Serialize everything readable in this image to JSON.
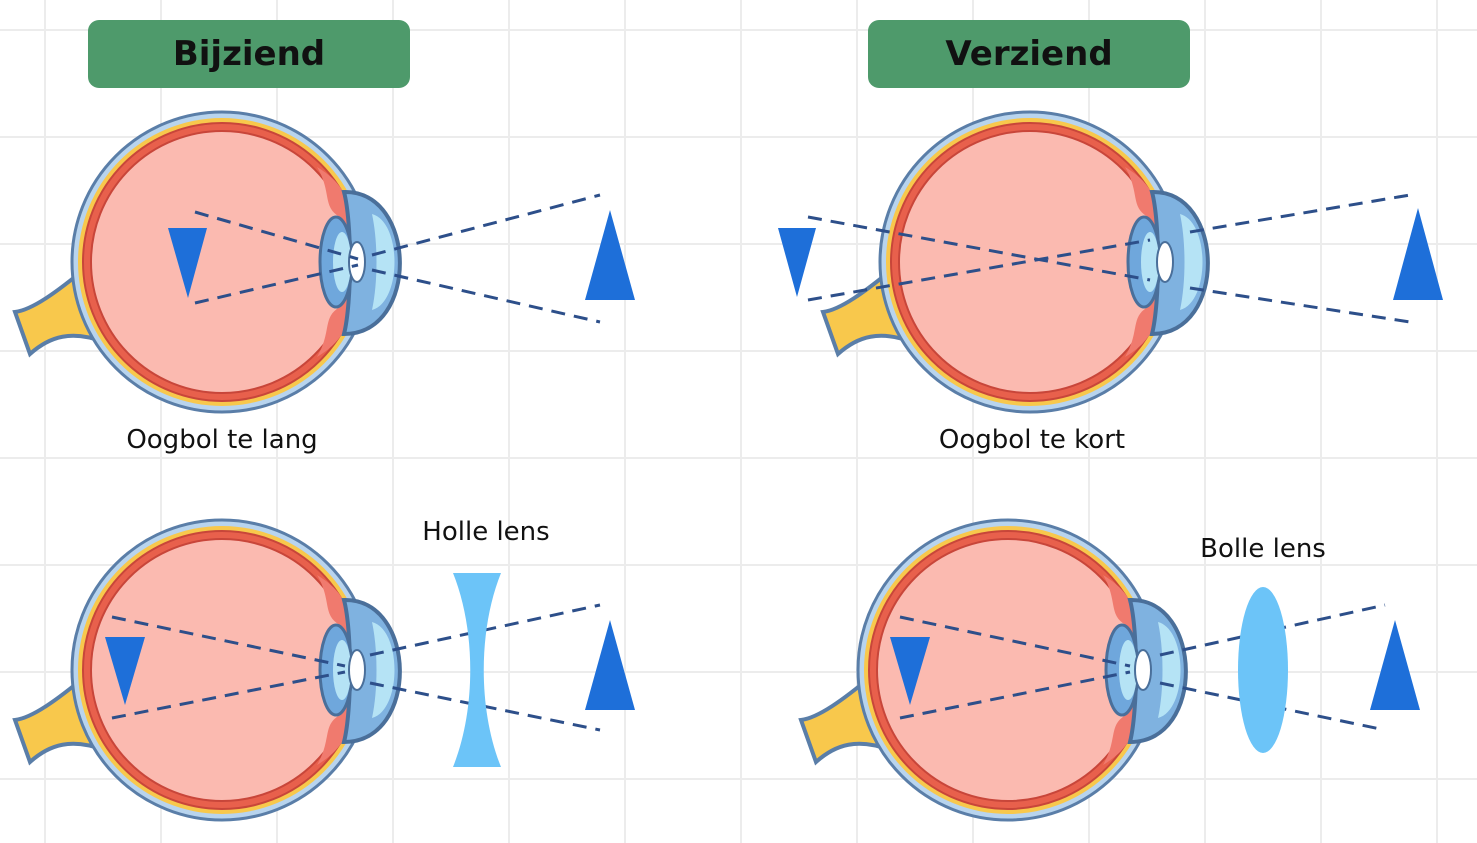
{
  "headers": {
    "left": "Bijziend",
    "right": "Verziend"
  },
  "captions": {
    "left": "Oogbol te lang",
    "right": "Oogbol te kort"
  },
  "lenses": {
    "left": "Holle lens",
    "right": "Bolle lens"
  },
  "colors": {
    "header_bg": "#4e9a6b",
    "triangle": "#1e6fd9",
    "lens": "#6cc4f8",
    "ray": "#2d4f8a"
  }
}
